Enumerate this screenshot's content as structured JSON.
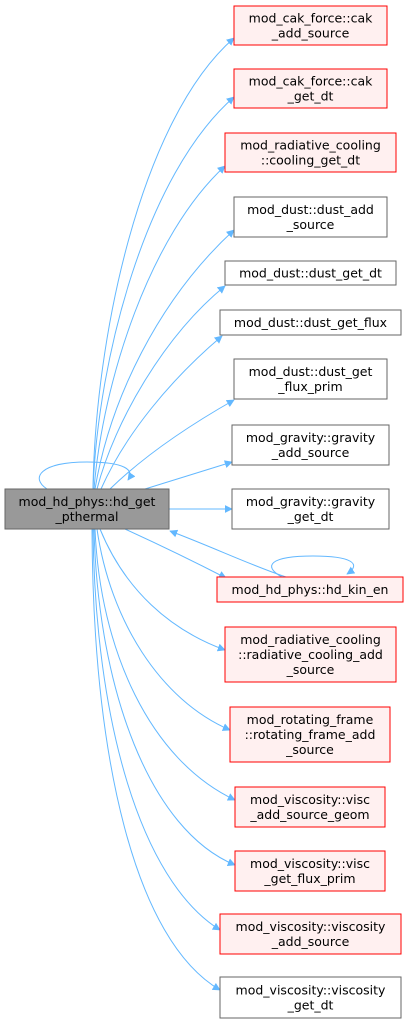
{
  "colors": {
    "edge": "#63b8ff",
    "root_fill": "#999999",
    "root_stroke": "#666666",
    "red_border": "#ff0000",
    "red_fill": "#fff0f0",
    "black_border": "#666666",
    "white_fill": "#ffffff"
  },
  "root": {
    "lines": [
      "mod_hd_phys::hd_get",
      "_pthermal"
    ]
  },
  "nodes": [
    {
      "id": "cak-add-source",
      "lines": [
        "mod_cak_force::cak",
        "_add_source"
      ],
      "style": "red"
    },
    {
      "id": "cak-get-dt",
      "lines": [
        "mod_cak_force::cak",
        "_get_dt"
      ],
      "style": "red"
    },
    {
      "id": "cooling-get-dt",
      "lines": [
        "mod_radiative_cooling",
        "::cooling_get_dt"
      ],
      "style": "red"
    },
    {
      "id": "dust-add-source",
      "lines": [
        "mod_dust::dust_add",
        "_source"
      ],
      "style": "black"
    },
    {
      "id": "dust-get-dt",
      "lines": [
        "mod_dust::dust_get_dt"
      ],
      "style": "black"
    },
    {
      "id": "dust-get-flux",
      "lines": [
        "mod_dust::dust_get_flux"
      ],
      "style": "black"
    },
    {
      "id": "dust-get-flux-prim",
      "lines": [
        "mod_dust::dust_get",
        "_flux_prim"
      ],
      "style": "black"
    },
    {
      "id": "gravity-add-source",
      "lines": [
        "mod_gravity::gravity",
        "_add_source"
      ],
      "style": "black"
    },
    {
      "id": "gravity-get-dt",
      "lines": [
        "mod_gravity::gravity",
        "_get_dt"
      ],
      "style": "black"
    },
    {
      "id": "hd-kin-en",
      "lines": [
        "mod_hd_phys::hd_kin_en"
      ],
      "style": "red"
    },
    {
      "id": "radiative-cooling-add-source",
      "lines": [
        "mod_radiative_cooling",
        "::radiative_cooling_add",
        "_source"
      ],
      "style": "red"
    },
    {
      "id": "rotating-frame-add-source",
      "lines": [
        "mod_rotating_frame",
        "::rotating_frame_add",
        "_source"
      ],
      "style": "red"
    },
    {
      "id": "visc-add-source-geom",
      "lines": [
        "mod_viscosity::visc",
        "_add_source_geom"
      ],
      "style": "red"
    },
    {
      "id": "visc-get-flux-prim",
      "lines": [
        "mod_viscosity::visc",
        "_get_flux_prim"
      ],
      "style": "red"
    },
    {
      "id": "viscosity-add-source",
      "lines": [
        "mod_viscosity::viscosity",
        "_add_source"
      ],
      "style": "red"
    },
    {
      "id": "viscosity-get-dt",
      "lines": [
        "mod_viscosity::viscosity",
        "_get_dt"
      ],
      "style": "black"
    }
  ]
}
